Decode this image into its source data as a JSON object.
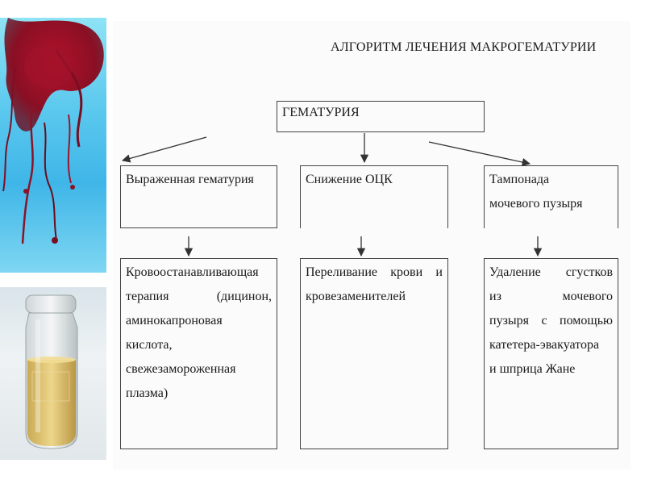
{
  "title": "АЛГОРИТМ ЛЕЧЕНИЯ МАКРОГЕМАТУРИИ",
  "root": {
    "label": "ГЕМАТУРИЯ"
  },
  "columns": [
    {
      "condition_lines": [
        "Выраженная гематурия"
      ],
      "action_lines": [
        "Кровоостанавливающая",
        "терапия (дицинон,",
        "аминокапроновая",
        "кислота,",
        "свежезамороженная",
        "плазма)"
      ]
    },
    {
      "condition_lines": [
        "Снижение ОЦК"
      ],
      "action_lines": [
        "Переливание крови и",
        "кровезаменителей"
      ]
    },
    {
      "condition_lines": [
        "Тампонада",
        "мочевого пузыря"
      ],
      "action_lines": [
        "Удаление сгустков",
        "из мочевого",
        "пузыря с помощью",
        "катетера-эвакуатора",
        "и шприца Жане"
      ]
    }
  ],
  "images": {
    "top": "blood-in-water-image",
    "bottom": "urine-vial-image"
  },
  "colors": {
    "line": "#333333",
    "background": "#ffffff",
    "panel": "#fbfbfb"
  }
}
